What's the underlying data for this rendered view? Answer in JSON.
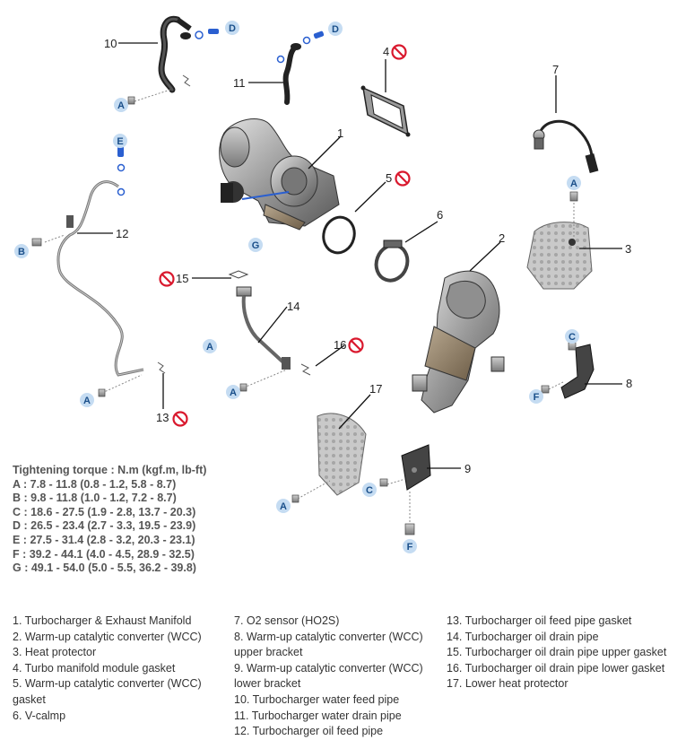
{
  "callouts": {
    "n1": "1",
    "n2": "2",
    "n3": "3",
    "n4": "4",
    "n5": "5",
    "n6": "6",
    "n7": "7",
    "n8": "8",
    "n9": "9",
    "n10": "10",
    "n11": "11",
    "n12": "12",
    "n13": "13",
    "n14": "14",
    "n15": "15",
    "n16": "16",
    "n17": "17"
  },
  "badges": {
    "A": "A",
    "B": "B",
    "C": "C",
    "D": "D",
    "E": "E",
    "F": "F",
    "G": "G"
  },
  "torque": {
    "title": "Tightening torque : N.m (kgf.m, lb-ft)",
    "lines": [
      "A : 7.8 - 11.8 (0.8 - 1.2, 5.8 - 8.7)",
      "B : 9.8 - 11.8 (1.0 - 1.2, 7.2 - 8.7)",
      "C : 18.6 - 27.5 (1.9 - 2.8, 13.7 - 20.3)",
      "D : 26.5 - 23.4 (2.7 - 3.3, 19.5 - 23.9)",
      "E : 27.5 - 31.4 (2.8 - 3.2, 20.3 - 23.1)",
      "F : 39.2 - 44.1 (4.0 - 4.5, 28.9 - 32.5)",
      "G : 49.1 - 54.0 (5.0 - 5.5, 36.2 - 39.8)"
    ]
  },
  "legend": {
    "col1": [
      "1. Turbocharger & Exhaust Manifold",
      "2. Warm-up catalytic converter (WCC)",
      "3. Heat protector",
      "4. Turbo manifold module gasket",
      "5. Warm-up catalytic converter (WCC) gasket",
      "6. V-calmp"
    ],
    "col2": [
      "7. O2 sensor (HO2S)",
      "8. Warm-up catalytic converter (WCC) upper bracket",
      "9. Warm-up catalytic converter (WCC) lower bracket",
      "10. Turbocharger water feed pipe",
      "11. Turbocharger water drain pipe",
      "12. Turbocharger oil feed pipe"
    ],
    "col3": [
      "13. Turbocharger oil feed pipe gasket",
      "14. Turbocharger oil drain pipe",
      "15. Turbocharger oil drain pipe upper gasket",
      "16. Turbocharger oil drain pipe lower gasket",
      "17. Lower heat protector"
    ]
  },
  "colors": {
    "badge_fill": "#c5dcf2",
    "badge_text": "#1a4f8a",
    "no_reuse_red": "#d9182d",
    "metal_dark": "#555555",
    "metal_light": "#bdbdbd",
    "bolt_blue": "#2a5fd0"
  },
  "icons": {
    "no_reuse": "prohibited-circle-icon",
    "torque_badge": "letter-circle-badge"
  }
}
